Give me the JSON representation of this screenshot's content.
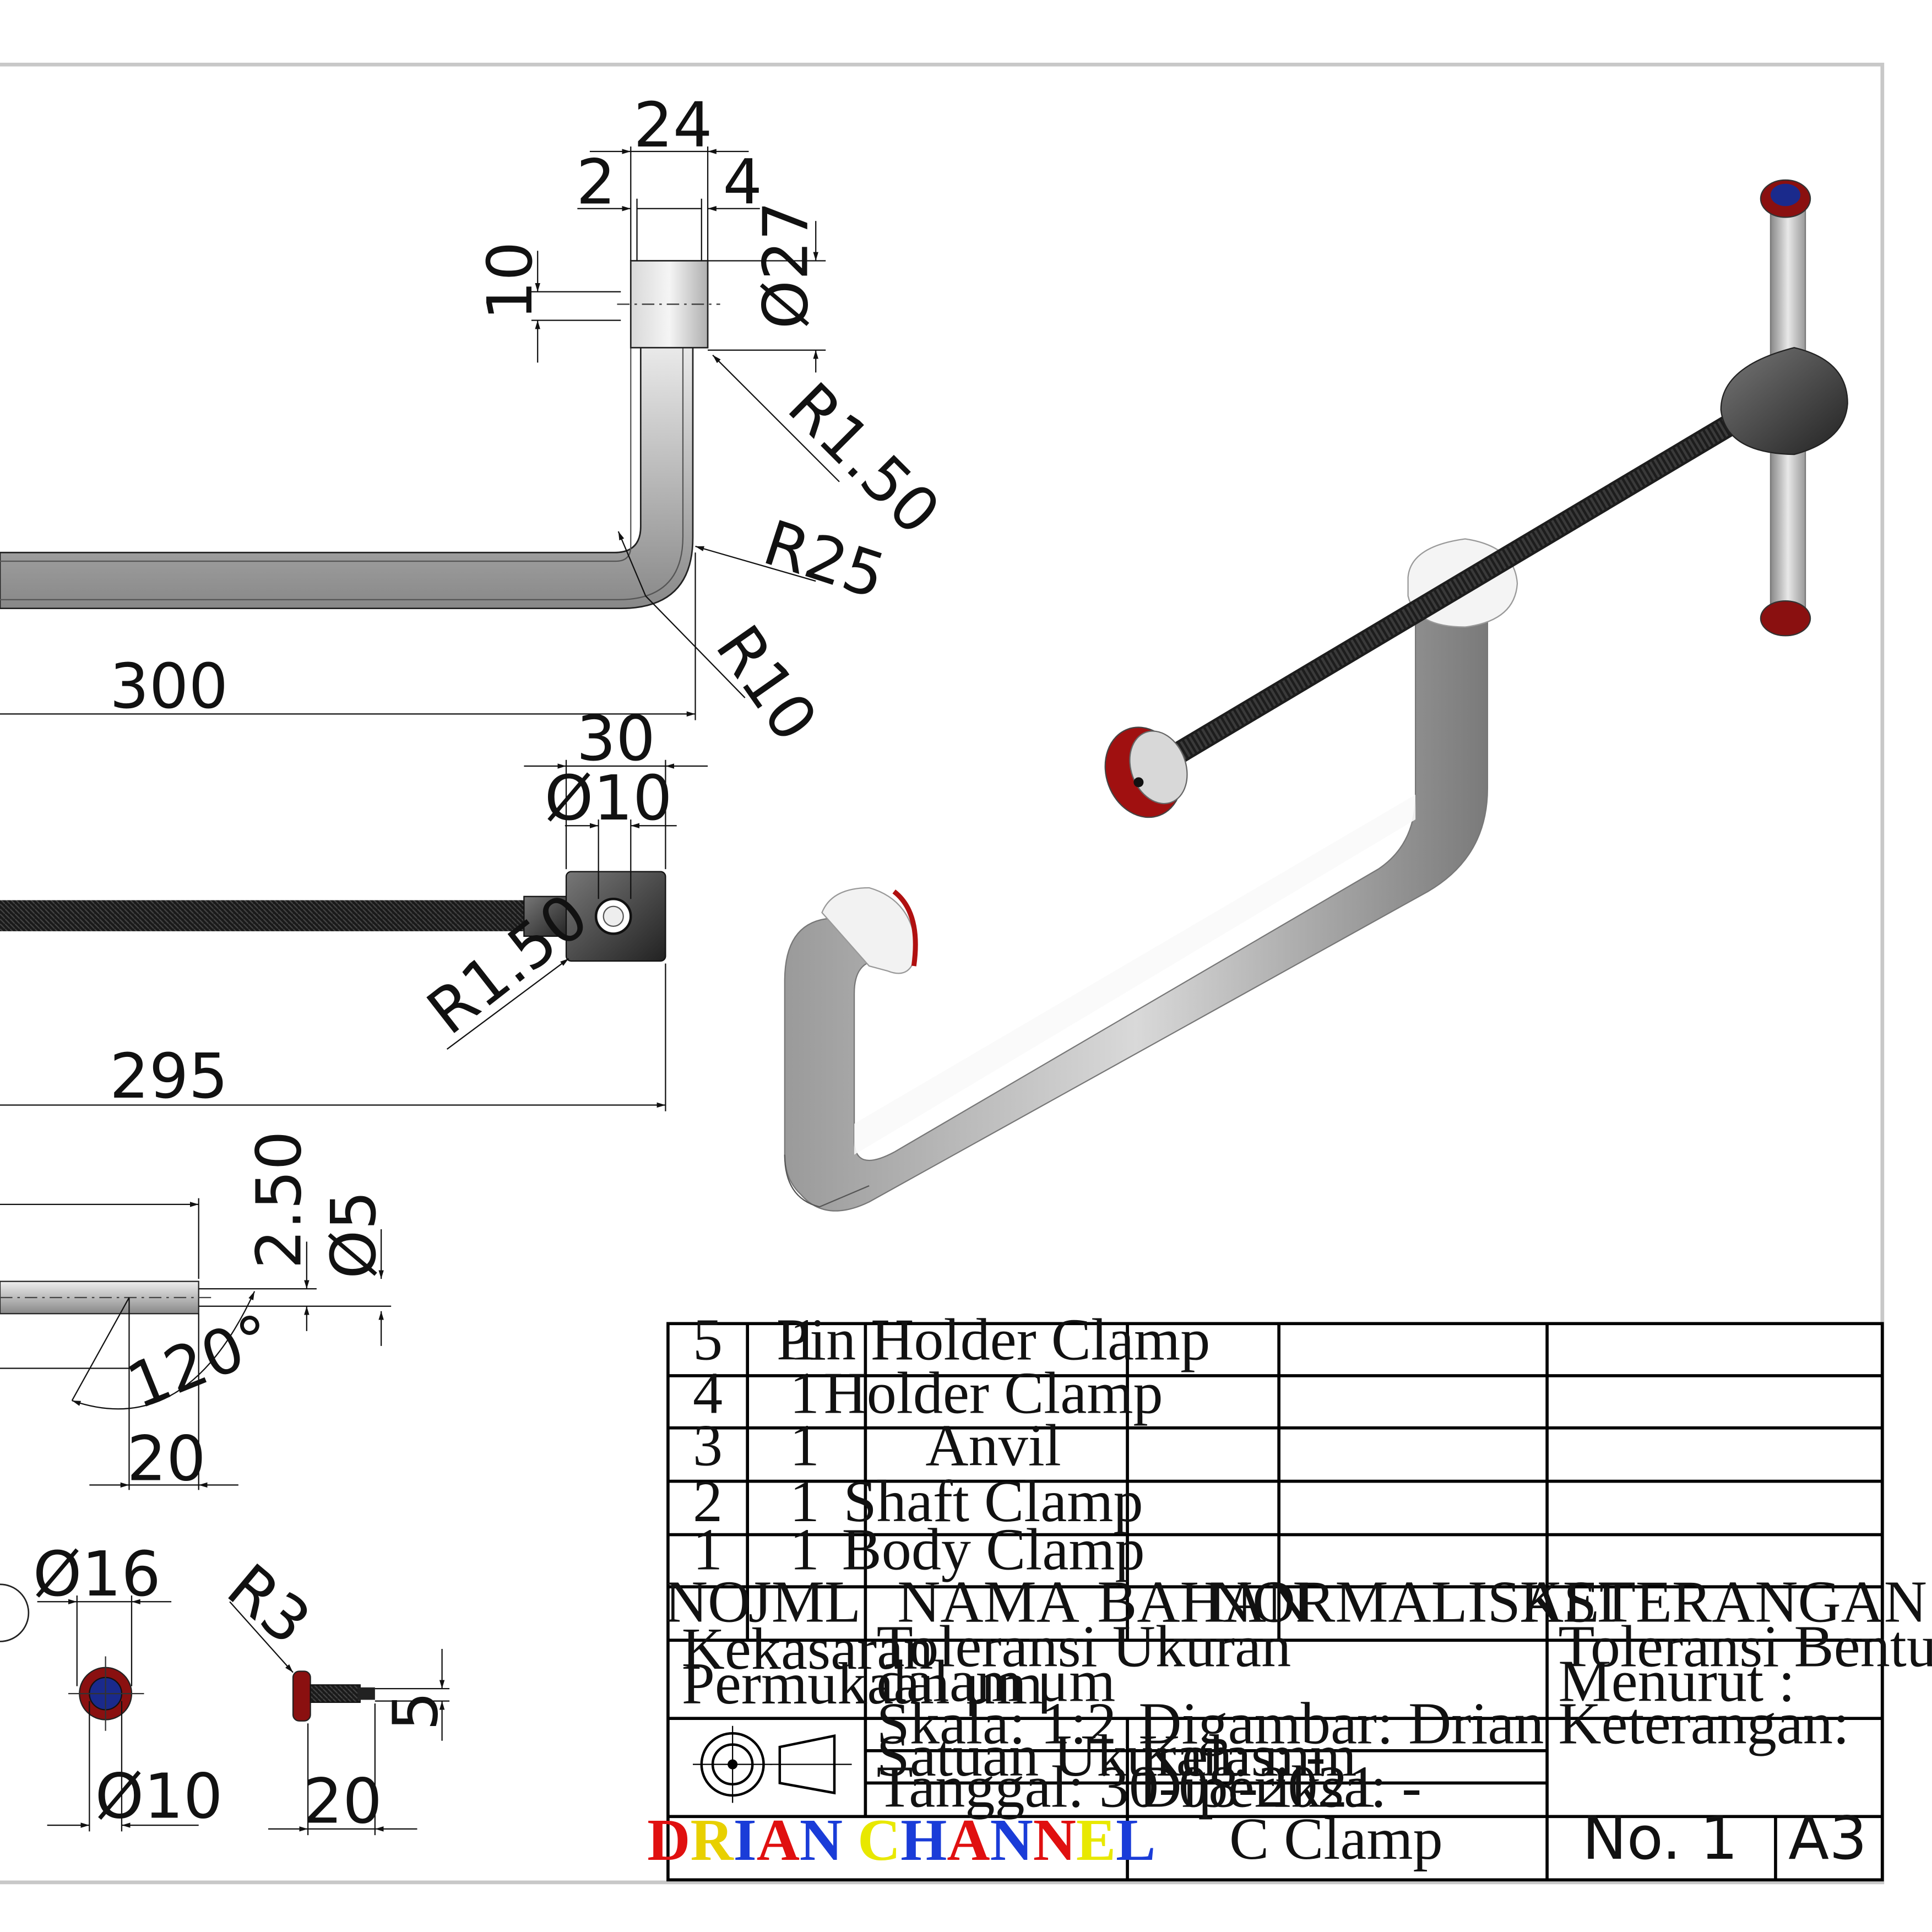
{
  "dimensions": {
    "body_width": "24",
    "body_gap_left": "2",
    "body_gap_right": "4",
    "body_slot": "10",
    "body_diameter": "Ø27",
    "body_fillet_top": "R1.50",
    "body_bend_outer": "R25",
    "body_bend_inner": "R10",
    "body_length": "300",
    "shaft_head_width": "30",
    "shaft_hole_diameter": "Ø10",
    "shaft_fillet": "R1.50",
    "shaft_length": "295",
    "pin_chamfer": "2.50",
    "pin_diameter": "Ø5",
    "pin_angle": "120°",
    "pin_end_length": "20",
    "anvil_outer_diameter": "Ø16",
    "anvil_inner_diameter": "Ø10",
    "holder_radius": "R3",
    "holder_height": "5",
    "holder_length": "20"
  },
  "parts_table": {
    "headers": [
      "NO",
      "JML",
      "NAMA",
      "BAHAN",
      "NORMALISASI",
      "KETERANGAN"
    ],
    "rows": [
      {
        "no": "5",
        "jml": "1",
        "nama": "Pin Holder Clamp",
        "bahan": "",
        "normalisasi": "",
        "keterangan": ""
      },
      {
        "no": "4",
        "jml": "1",
        "nama": "Holder Clamp",
        "bahan": "",
        "normalisasi": "",
        "keterangan": ""
      },
      {
        "no": "3",
        "jml": "1",
        "nama": "Anvil",
        "bahan": "",
        "normalisasi": "",
        "keterangan": ""
      },
      {
        "no": "2",
        "jml": "1",
        "nama": "Shaft Clamp",
        "bahan": "",
        "normalisasi": "",
        "keterangan": ""
      },
      {
        "no": "1",
        "jml": "1",
        "nama": "Body Clamp",
        "bahan": "",
        "normalisasi": "",
        "keterangan": ""
      }
    ]
  },
  "title_block": {
    "roughness_line1": "Kekasaran",
    "roughness_line2": "Permukaan μm",
    "tolerance_line1": "Toleransi Ukuran",
    "tolerance_line2": "dalam μm",
    "form_tolerance_line1": "Toleransi Bentuk dan Posisi",
    "form_tolerance_line2": "Menurut :",
    "scale": "Skala: 1:2",
    "unit": "Satuan Ukuran: mm",
    "date": "Tanggal: 30-08-2021",
    "drawn_by": "Digambar: Drian",
    "class": "Kelas: -",
    "checked_by": "Diperiksa: -",
    "remarks": "Keterangan:",
    "brand_letters": [
      "D",
      "R",
      "I",
      "A",
      "N",
      " ",
      "C",
      "H",
      "A",
      "N",
      "N",
      "E",
      "L"
    ],
    "brand_colors": [
      "#e01010",
      "#e8d000",
      "#1a3cd8",
      "#e01010",
      "#1a3cd8",
      "#ffffff",
      "#e8e800",
      "#1a3cd8",
      "#e01010",
      "#1a3cd8",
      "#e01010",
      "#e8e800",
      "#1a3cd8"
    ],
    "drawing_title": "C Clamp",
    "drawing_number": "No. 1",
    "sheet_size": "A3"
  },
  "colors": {
    "steel_light": "#f2f2f2",
    "steel_mid": "#bdbdbd",
    "steel_dark": "#555555",
    "rubber_red": "#9a0f12",
    "cap_blue": "#1a2a8c",
    "border_gray": "#c8c8c8"
  }
}
